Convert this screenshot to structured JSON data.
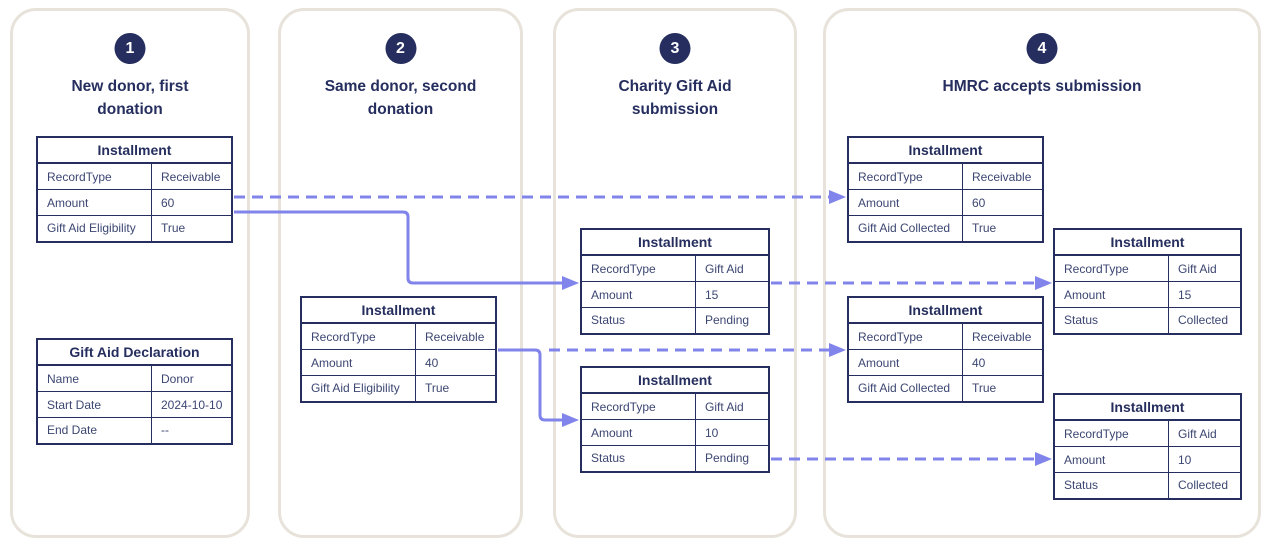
{
  "theme": {
    "navy": "#252e5e",
    "cell_text": "#3c4672",
    "purple": "#8184ea",
    "panel_border": "#e7e3da",
    "background": "#ffffff",
    "badge_text": "#ffffff"
  },
  "diagram": {
    "panels": [
      {
        "number": "1",
        "title": "New donor, first donation",
        "tables": [
          {
            "title": "Installment",
            "rows": [
              {
                "label": "RecordType",
                "value": "Receivable"
              },
              {
                "label": "Amount",
                "value": "60"
              },
              {
                "label": "Gift Aid Eligibility",
                "value": "True"
              }
            ]
          },
          {
            "title": "Gift Aid Declaration",
            "rows": [
              {
                "label": "Name",
                "value": "Donor"
              },
              {
                "label": "Start Date",
                "value": "2024-10-10"
              },
              {
                "label": "End Date",
                "value": "--"
              }
            ]
          }
        ]
      },
      {
        "number": "2",
        "title": "Same donor, second donation",
        "tables": [
          {
            "title": "Installment",
            "rows": [
              {
                "label": "RecordType",
                "value": "Receivable"
              },
              {
                "label": "Amount",
                "value": "40"
              },
              {
                "label": "Gift Aid Eligibility",
                "value": "True"
              }
            ]
          }
        ]
      },
      {
        "number": "3",
        "title": "Charity Gift Aid submission",
        "tables": [
          {
            "title": "Installment",
            "rows": [
              {
                "label": "RecordType",
                "value": "Gift Aid"
              },
              {
                "label": "Amount",
                "value": "15"
              },
              {
                "label": "Status",
                "value": "Pending"
              }
            ]
          },
          {
            "title": "Installment",
            "rows": [
              {
                "label": "RecordType",
                "value": "Gift Aid"
              },
              {
                "label": "Amount",
                "value": "10"
              },
              {
                "label": "Status",
                "value": "Pending"
              }
            ]
          }
        ]
      },
      {
        "number": "4",
        "title": "HMRC accepts submission",
        "tables": [
          {
            "title": "Installment",
            "rows": [
              {
                "label": "RecordType",
                "value": "Receivable"
              },
              {
                "label": "Amount",
                "value": "60"
              },
              {
                "label": "Gift Aid Collected",
                "value": "True"
              }
            ]
          },
          {
            "title": "Installment",
            "rows": [
              {
                "label": "RecordType",
                "value": "Gift Aid"
              },
              {
                "label": "Amount",
                "value": "15"
              },
              {
                "label": "Status",
                "value": "Collected"
              }
            ]
          },
          {
            "title": "Installment",
            "rows": [
              {
                "label": "RecordType",
                "value": "Receivable"
              },
              {
                "label": "Amount",
                "value": "40"
              },
              {
                "label": "Gift Aid Collected",
                "value": "True"
              }
            ]
          },
          {
            "title": "Installment",
            "rows": [
              {
                "label": "RecordType",
                "value": "Gift Aid"
              },
              {
                "label": "Amount",
                "value": "10"
              },
              {
                "label": "Status",
                "value": "Collected"
              }
            ]
          }
        ]
      }
    ],
    "connectors": [
      {
        "style": "dashed",
        "from": "step1-installment-60",
        "to": "step4-installment-60"
      },
      {
        "style": "solid",
        "from": "step1-installment-60",
        "to": "step3-installment-15"
      },
      {
        "style": "solid",
        "from": "step2-installment-40",
        "to": "step3-installment-10"
      },
      {
        "style": "dashed",
        "from": "step2-installment-40",
        "to": "step4-installment-40"
      },
      {
        "style": "dashed",
        "from": "step3-installment-15",
        "to": "step4-installment-15"
      },
      {
        "style": "dashed",
        "from": "step3-installment-10",
        "to": "step4-installment-10"
      }
    ]
  }
}
